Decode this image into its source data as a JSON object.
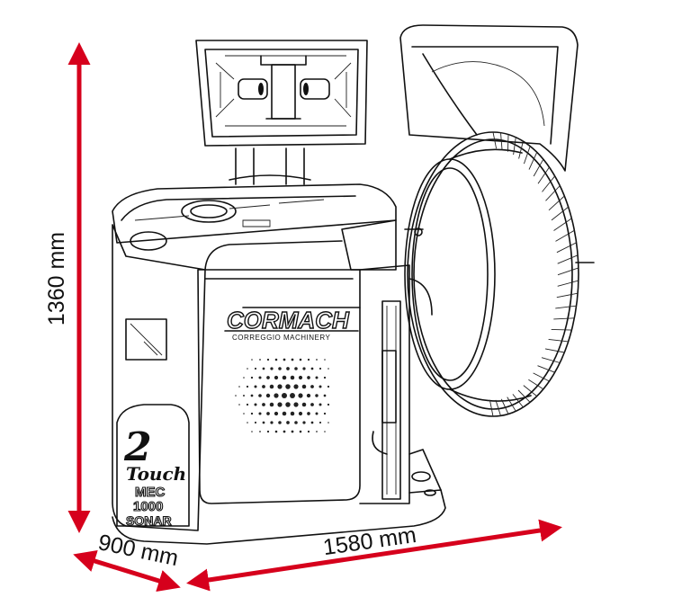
{
  "dimensions": {
    "height_label": "1360 mm",
    "depth_label": "900 mm",
    "width_label": "1580 mm",
    "arrow_color": "#d6001c"
  },
  "machine": {
    "brand": "CORMACH",
    "brand_subtitle": "CORREGGIO MACHINERY",
    "badge_number": "2",
    "badge_script": "Touch",
    "model_line1": "MEC",
    "model_line2": "1000",
    "model_line3": "SONAR"
  }
}
